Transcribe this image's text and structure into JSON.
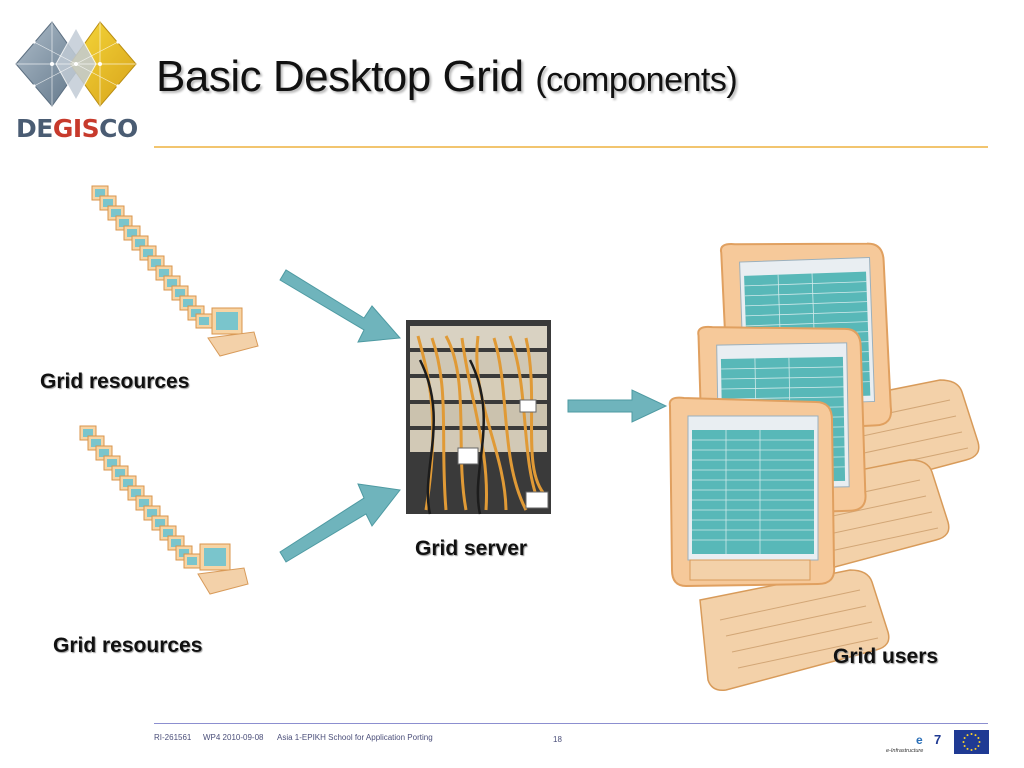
{
  "logo": {
    "text_part1": "DE",
    "text_part2": "GIS",
    "text_part3": "CO"
  },
  "slide": {
    "title": "Basic Desktop Grid",
    "title_sub": "(components)"
  },
  "labels": {
    "resources_top": "Grid resources",
    "resources_bottom": "Grid resources",
    "server": "Grid server",
    "users": "Grid users"
  },
  "footer": {
    "project_id": "RI-261561",
    "wp_date": "WP4 2010-09-08",
    "event": "Asia 1-EPIKH School for Application Porting",
    "page": "18",
    "einfra_text": "e-Infrastructure"
  },
  "colors": {
    "accent_rule": "#f2c56f",
    "arrow": "#6fb4bc",
    "eu_blue": "#1f3a93",
    "eu_star": "#f8d12b"
  }
}
